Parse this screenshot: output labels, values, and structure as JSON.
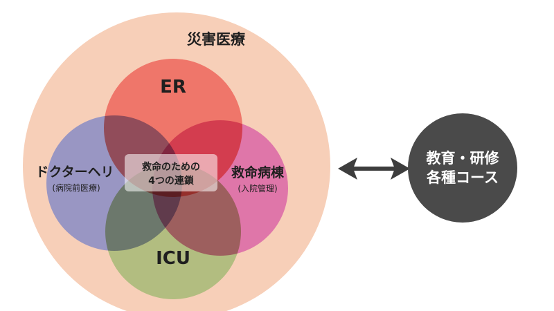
{
  "outer": {
    "label": "災害医療",
    "color": "#f7cfb8"
  },
  "circles": {
    "er": {
      "label": "ER",
      "color": "#ee6a5e"
    },
    "doctor_heli": {
      "label": "ドクターヘリ",
      "sublabel": "(病院前医療)",
      "color": "#8c8ec4"
    },
    "ward": {
      "label": "救命病棟",
      "sublabel": "(入院管理)",
      "color": "#dc6aa6"
    },
    "icu": {
      "label": "ICU",
      "color": "#a9bb78"
    }
  },
  "center": {
    "line1": "救命のための",
    "line2": "4つの連鎖"
  },
  "arrow": {
    "icon": "double-arrow-icon",
    "color": "#3d3d3d"
  },
  "education": {
    "line1": "教育・研修",
    "line2": "各種コース",
    "color": "#4a4a4a"
  }
}
